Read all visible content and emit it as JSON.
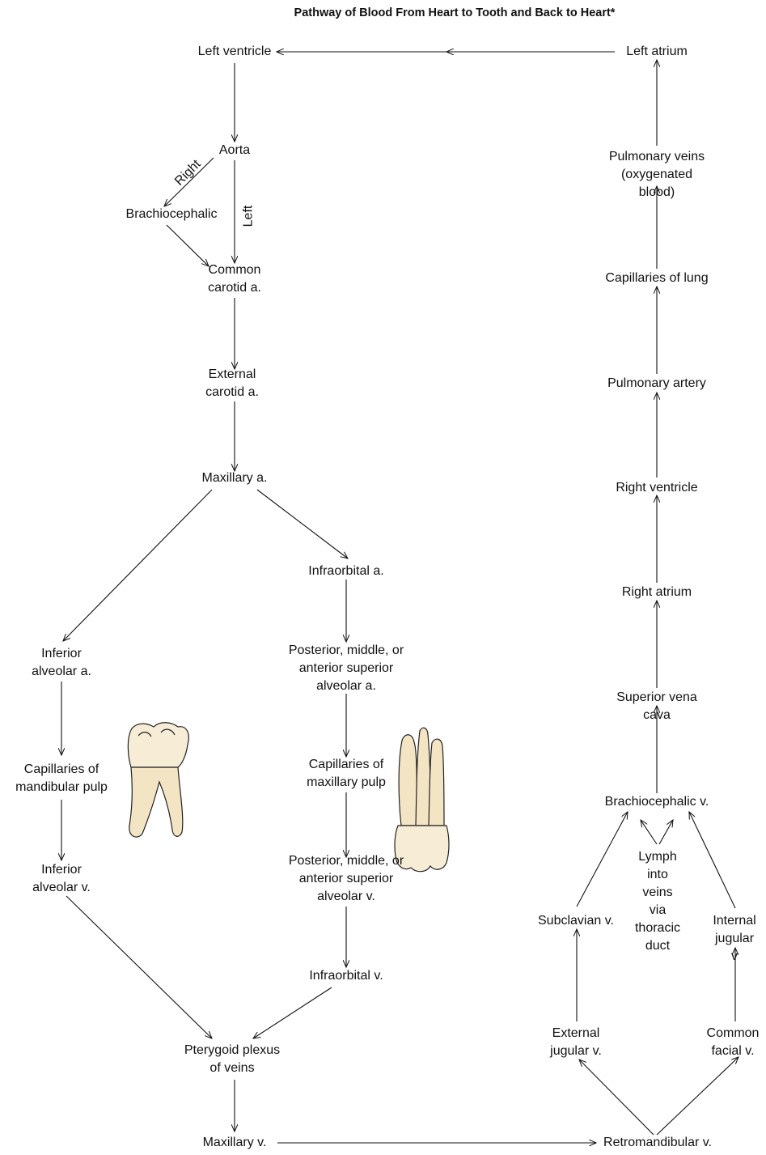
{
  "title": "Pathway of Blood From Heart to Tooth and Back to Heart*",
  "nodes": {
    "left_ventricle": "Left ventricle",
    "left_atrium": "Left atrium",
    "aorta": "Aorta",
    "brachiocephalic": "Brachiocephalic",
    "common_carotid": "Common\ncarotid a.",
    "external_carotid": "External\ncarotid a.",
    "maxillary_a": "Maxillary a.",
    "infraorbital_a": "Infraorbital a.",
    "inferior_alveolar_a": "Inferior\nalveolar a.",
    "superior_alveolar_a": "Posterior, middle, or\nanterior superior\nalveolar a.",
    "capillaries_mandibular": "Capillaries of\nmandibular pulp",
    "capillaries_maxillary": "Capillaries of\nmaxillary pulp",
    "inferior_alveolar_v": "Inferior\nalveolar v.",
    "superior_alveolar_v": "Posterior, middle, or\nanterior superior\nalveolar v.",
    "infraorbital_v": "Infraorbital v.",
    "pterygoid_plexus": "Pterygoid plexus\nof veins",
    "maxillary_v": "Maxillary v.",
    "retromandibular_v": "Retromandibular v.",
    "external_jugular": "External\njugular v.",
    "common_facial": "Common\nfacial v.",
    "subclavian": "Subclavian v.",
    "internal_jugular": "Internal\njugular v",
    "lymph": "Lymph\ninto\nveins\nvia\nthoracic\nduct",
    "brachiocephalic_v": "Brachiocephalic v.",
    "superior_vena_cava": "Superior vena cava",
    "right_atrium": "Right atrium",
    "right_ventricle": "Right ventricle",
    "pulmonary_artery": "Pulmonary artery",
    "capillaries_lung": "Capillaries of lung",
    "pulmonary_veins": "Pulmonary veins\n(oxygenated blood)"
  },
  "branch_labels": {
    "right": "Right",
    "left": "Left"
  },
  "illustrations": {
    "mandibular_molar": "mandibular-molar-illustration",
    "maxillary_molar": "maxillary-molar-illustration"
  }
}
